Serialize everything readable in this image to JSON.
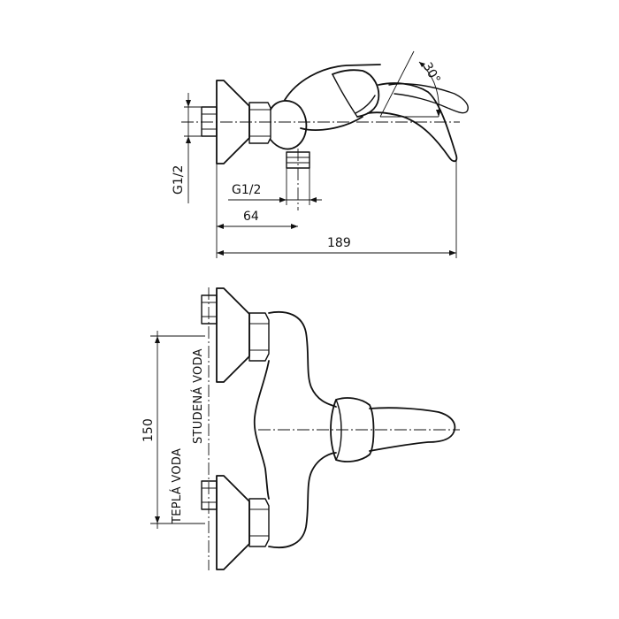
{
  "side_view": {
    "dim_total": "189",
    "dim_offset": "64",
    "dim_thread_bottom": "G1/2",
    "dim_thread_left": "G1/2",
    "dim_angle": "30°"
  },
  "front_view": {
    "dim_spacing": "150",
    "label_hot": "TEPLÁ VODA",
    "label_cold": "STUDENÁ VODA"
  }
}
